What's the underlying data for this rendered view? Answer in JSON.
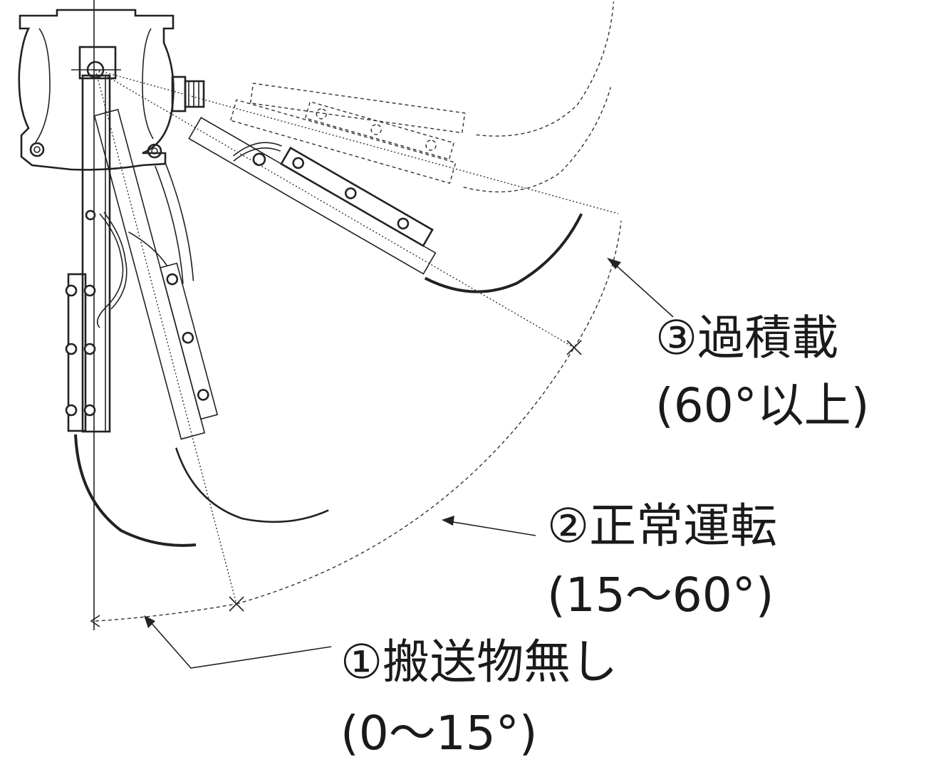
{
  "zones": [
    {
      "id": "overload",
      "name": "③過積載",
      "range": "(60°以上)"
    },
    {
      "id": "normal",
      "name": "②正常運転",
      "range": "(15～60°)"
    },
    {
      "id": "no-load",
      "name": "①搬送物無し",
      "range": "(0～15°)"
    }
  ],
  "angles_deg": {
    "boundary_low": 15,
    "boundary_high": 60
  },
  "colors": {
    "ink": "#222222",
    "background": "#ffffff"
  }
}
